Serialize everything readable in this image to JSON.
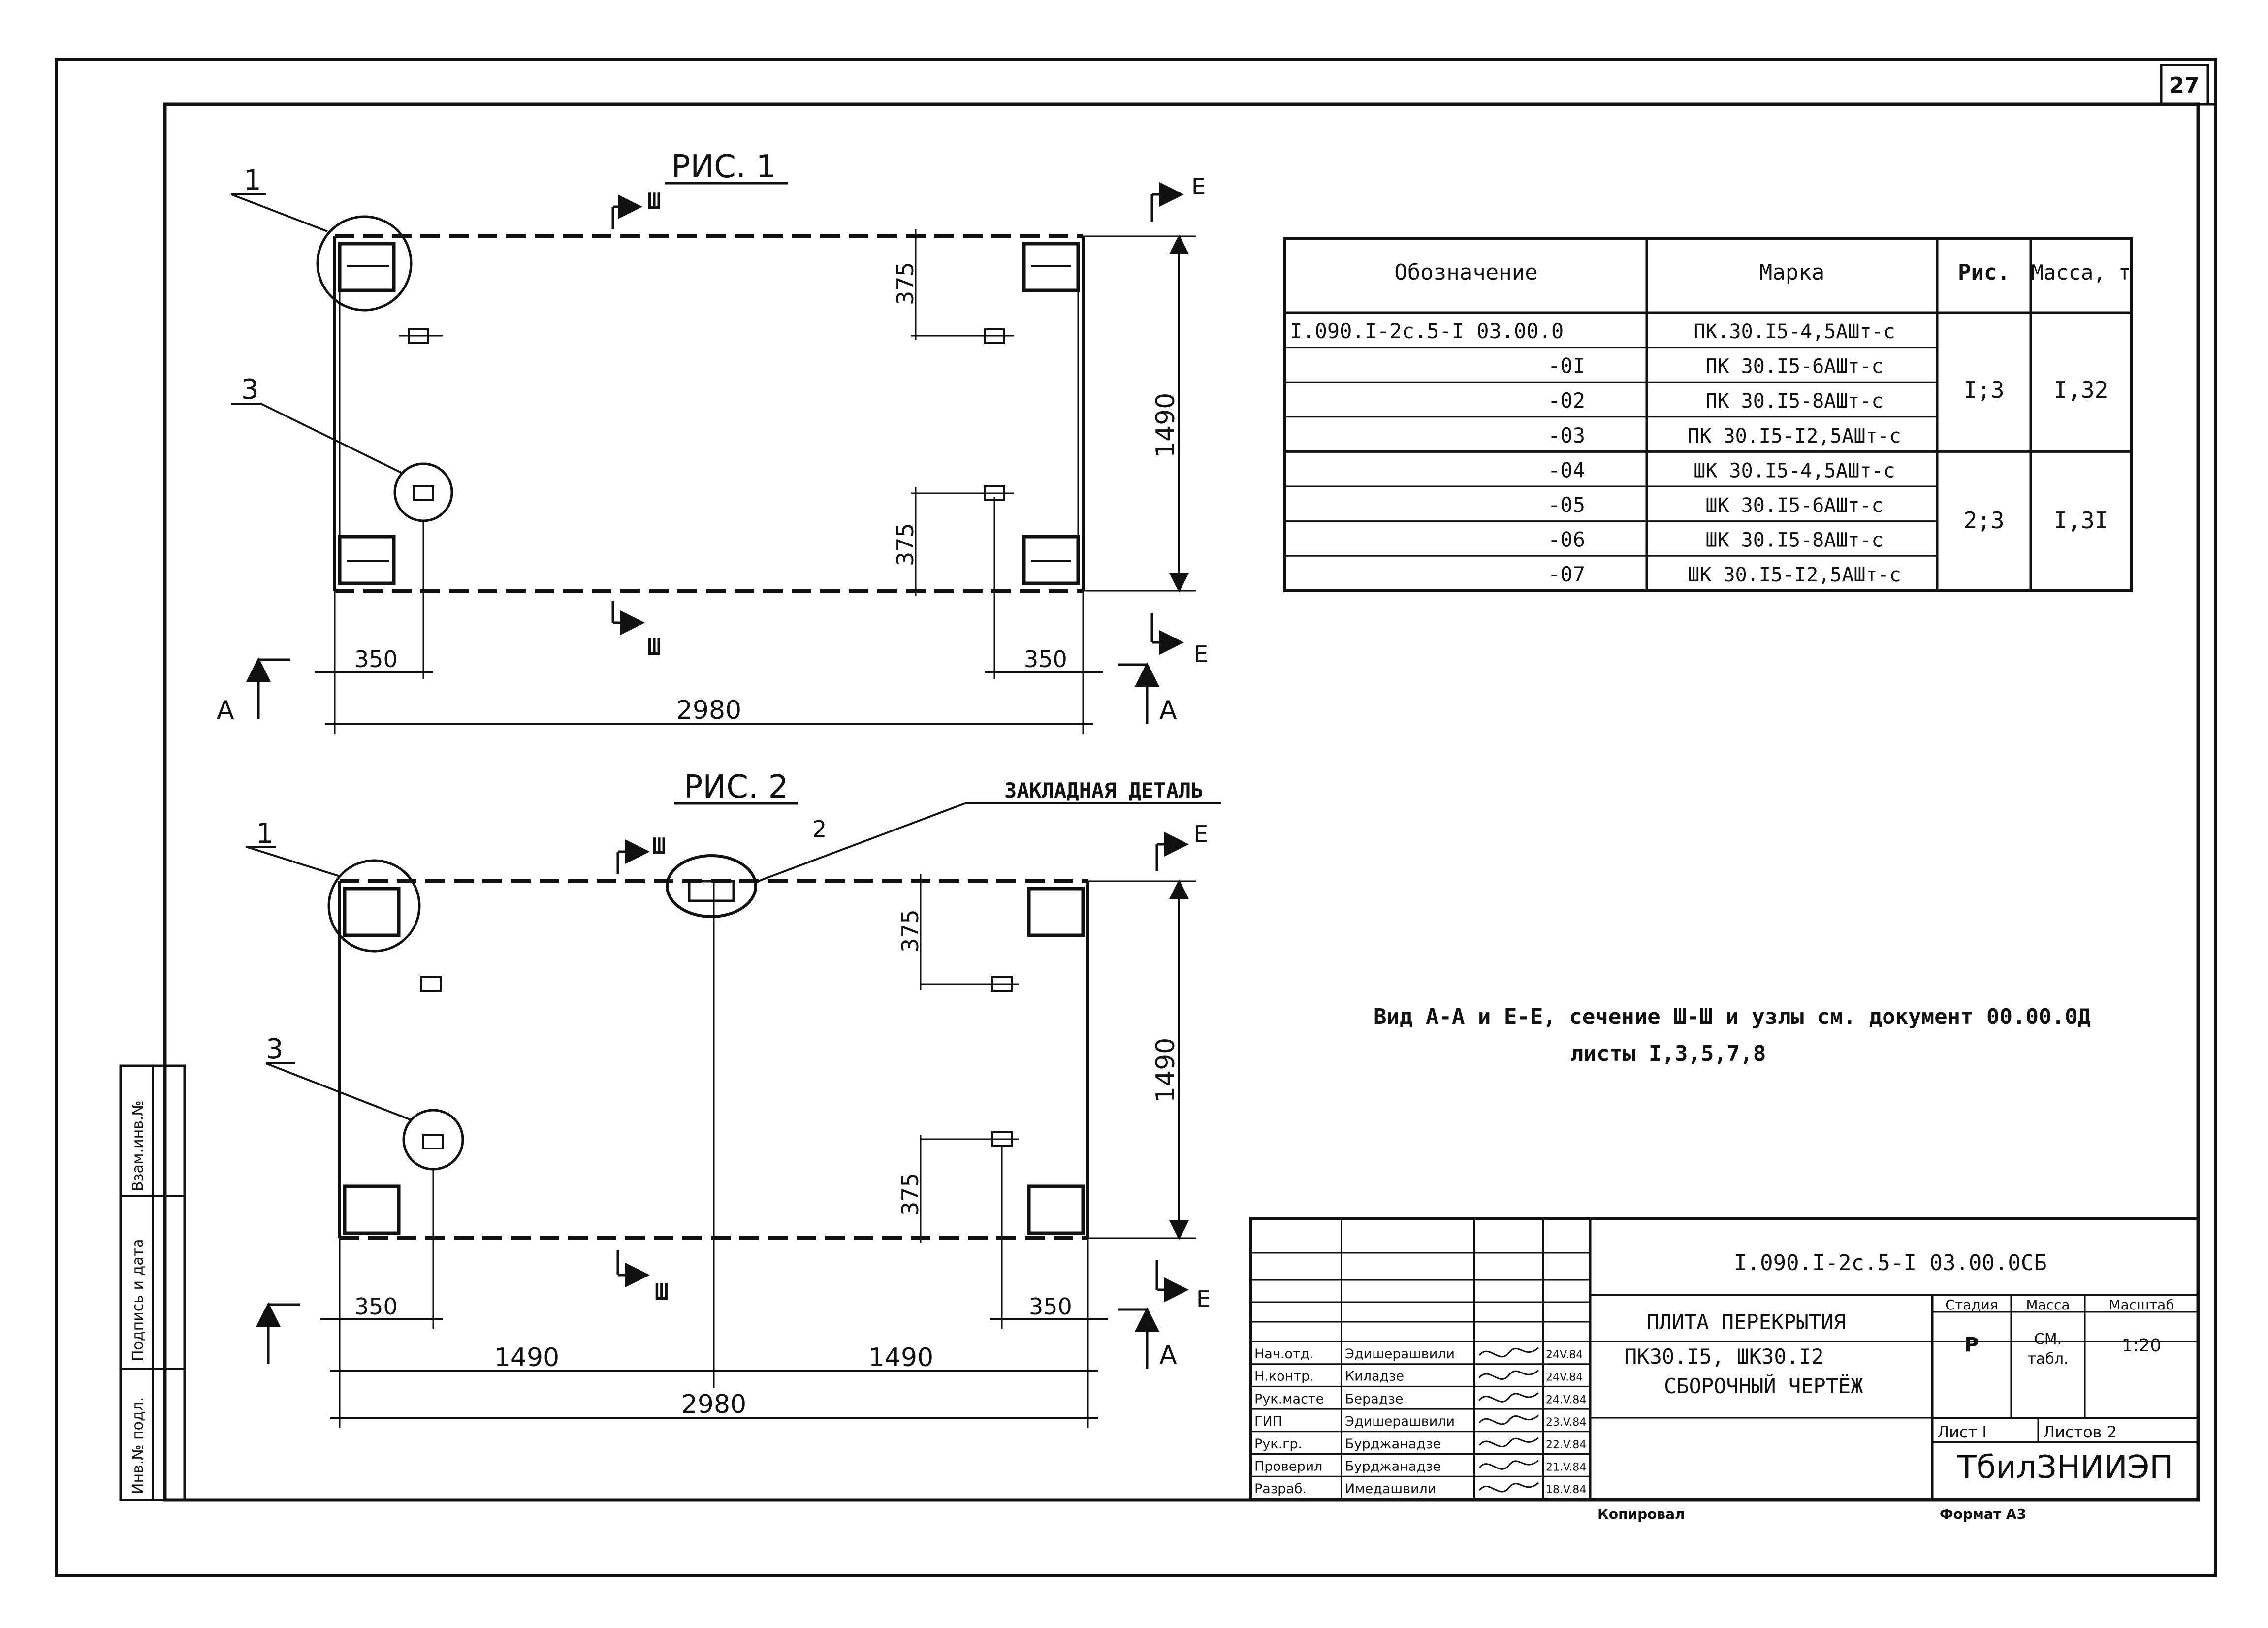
{
  "page_number": "27",
  "figures": {
    "fig1": {
      "title": "РИС. 1",
      "callout_1": "1",
      "callout_3": "3",
      "section_mark": "Ш",
      "section_e": "Е",
      "view_a": "А",
      "dim_375_top": "375",
      "dim_375_bottom": "375",
      "dim_1490": "1490",
      "dim_350_left": "350",
      "dim_350_right": "350",
      "dim_2980": "2980"
    },
    "fig2": {
      "title": "РИС. 2",
      "callout_1": "1",
      "callout_2": "2",
      "callout_3": "3",
      "embedded_label": "ЗАКЛАДНАЯ ДЕТАЛЬ",
      "section_mark": "Ш",
      "section_e": "Е",
      "view_a": "А",
      "dim_375_top": "375",
      "dim_375_bottom": "375",
      "dim_1490_vertical": "1490",
      "dim_350_left": "350",
      "dim_350_right": "350",
      "dim_1490_left": "1490",
      "dim_1490_right": "1490",
      "dim_2980": "2980"
    }
  },
  "spec_table": {
    "headers": [
      "Обозначение",
      "Марка",
      "Рис.",
      "Масса, т"
    ],
    "rows": [
      {
        "designation": "I.090.I-2с.5-I 03.00.0",
        "mark": "ПК.30.I5-4,5АШт-с"
      },
      {
        "designation": "-0I",
        "mark": "ПК 30.I5-6АШт-с"
      },
      {
        "designation": "-02",
        "mark": "ПК 30.I5-8АШт-с"
      },
      {
        "designation": "-03",
        "mark": "ПК 30.I5-I2,5АШт-с"
      },
      {
        "designation": "-04",
        "mark": "ШК 30.I5-4,5АШт-с"
      },
      {
        "designation": "-05",
        "mark": "ШК 30.I5-6АШт-с"
      },
      {
        "designation": "-06",
        "mark": "ШК 30.I5-8АШт-с"
      },
      {
        "designation": "-07",
        "mark": "ШК 30.I5-I2,5АШт-с"
      }
    ],
    "groups": [
      {
        "fig": "I;3",
        "mass": "I,32"
      },
      {
        "fig": "2;3",
        "mass": "I,3I"
      }
    ]
  },
  "note": {
    "line1": "Вид А-А и Е-Е, сечение Ш-Ш и узлы см. документ 00.00.0Д",
    "line2": "листы I,3,5,7,8"
  },
  "title_block": {
    "doc_code": "I.090.I-2с.5-I 03.00.0СБ",
    "title_line1": "ПЛИТА ПЕРЕКРЫТИЯ",
    "title_line2": "ПК30.I5, ШК30.I2",
    "title_line3": "СБОРОЧНЫЙ ЧЕРТЁЖ",
    "stage_label": "Стадия",
    "mass_label": "Масса",
    "scale_label": "Масштаб",
    "stage_value": "Р",
    "mass_value_1": "СМ.",
    "mass_value_2": "табл.",
    "scale_value": "1:20",
    "sheet_label": "Лист I",
    "sheets_label": "Листов 2",
    "organization": "ТбилЗНИИЭП",
    "copied": "Копировал",
    "format": "Формат А3",
    "staff": [
      {
        "role": "Нач.отд.",
        "name": "Эдишерашвили",
        "date": "24V.84"
      },
      {
        "role": "Н.контр.",
        "name": "Киладзе",
        "date": "24V.84"
      },
      {
        "role": "Рук.масте",
        "name": "Берадзе",
        "date": "24.V.84"
      },
      {
        "role": "ГИП",
        "name": "Эдишерашвили",
        "date": "23.V.84"
      },
      {
        "role": "Рук.гр.",
        "name": "Бурджанадзе",
        "date": "22.V.84"
      },
      {
        "role": "Проверил",
        "name": "Бурджанадзе",
        "date": "21.V.84"
      },
      {
        "role": "Разраб.",
        "name": "Имедашвили",
        "date": "18.V.84"
      }
    ]
  },
  "side_stamp": {
    "inv_no": "Инв.№ подл.",
    "sign_date": "Подпись и дата",
    "replace_inv": "Взам.инв.№"
  }
}
